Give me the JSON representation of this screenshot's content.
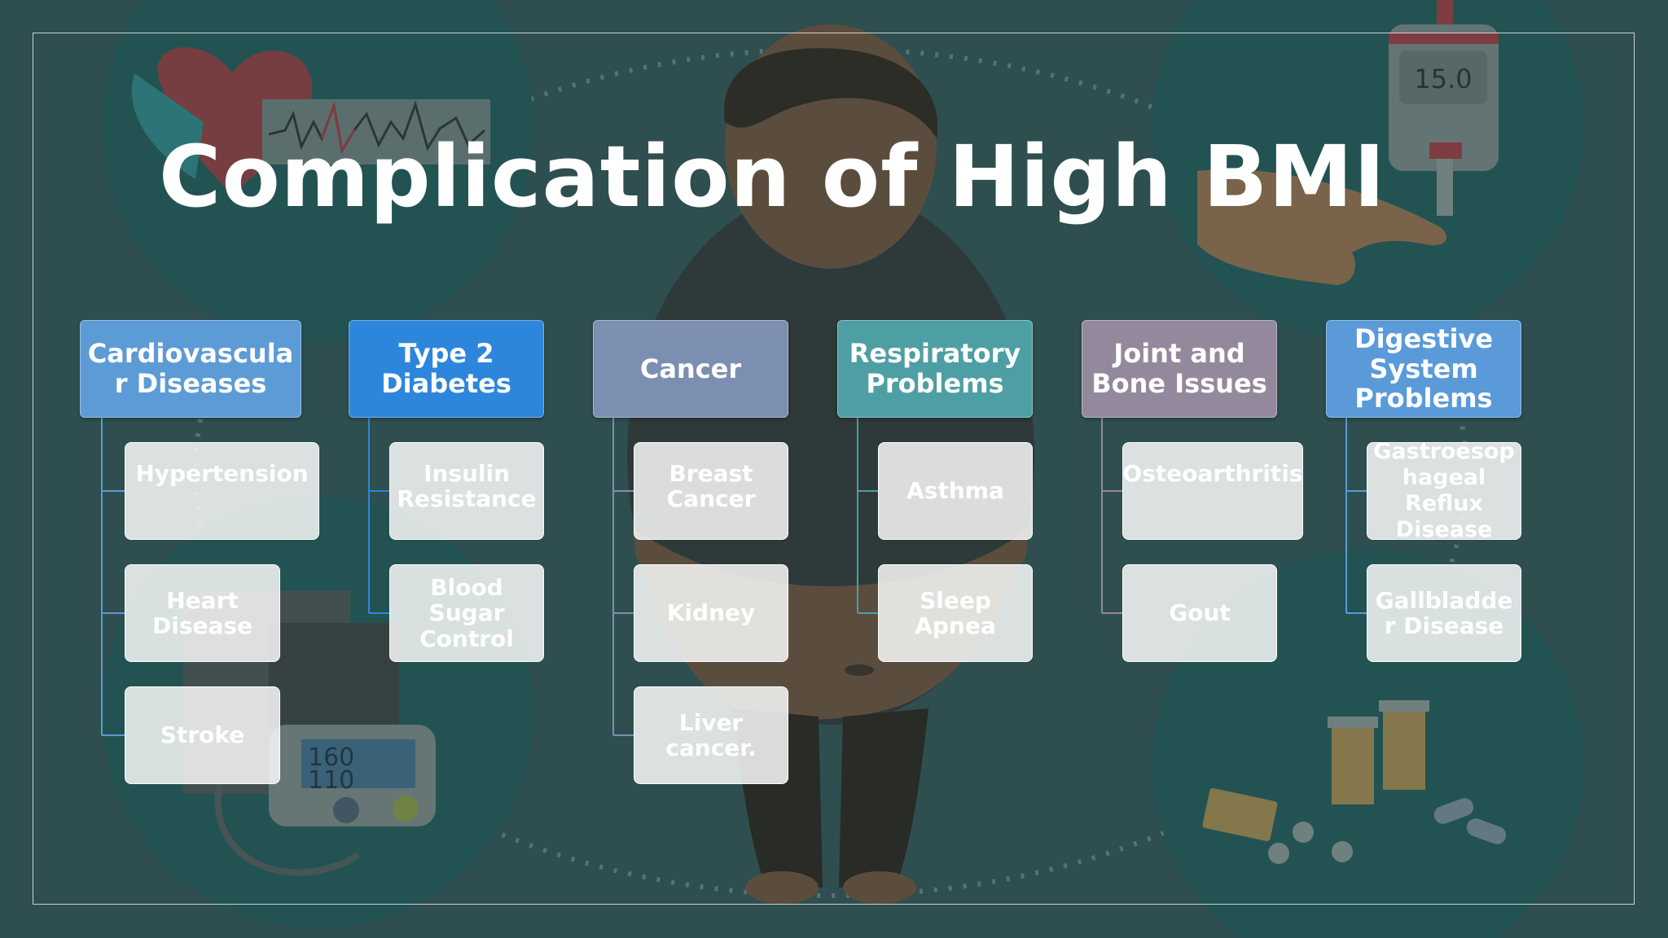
{
  "title": "Complication of High BMI",
  "glucometer_reading": "15.0",
  "bp_monitor": {
    "systolic": "160",
    "diastolic": "110"
  },
  "colors": {
    "background": "#2f4e4f",
    "cardiovascular": "#5d9bd6",
    "diabetes": "#2e86dc",
    "cancer": "#7d8fb0",
    "respiratory": "#4e9fa3",
    "joint_bone": "#94899c",
    "digestive": "#5a9ad8"
  },
  "categories": [
    {
      "label": "Cardiovascula r Diseases",
      "items": [
        "Hypertension",
        "Heart Disease",
        "Stroke"
      ]
    },
    {
      "label": "Type 2 Diabetes",
      "items": [
        "Insulin Resistance",
        "Blood Sugar Control"
      ]
    },
    {
      "label": "Cancer",
      "items": [
        "Breast Cancer",
        "Kidney",
        "Liver cancer."
      ]
    },
    {
      "label": "Respiratory Problems",
      "items": [
        "Asthma",
        "Sleep Apnea"
      ]
    },
    {
      "label": "Joint and Bone Issues",
      "items": [
        "Osteoarthritis",
        "Gout"
      ]
    },
    {
      "label": "Digestive System Problems",
      "items": [
        "Gastroesop hageal Reflux Disease",
        "Gallbladde r Disease"
      ]
    }
  ]
}
